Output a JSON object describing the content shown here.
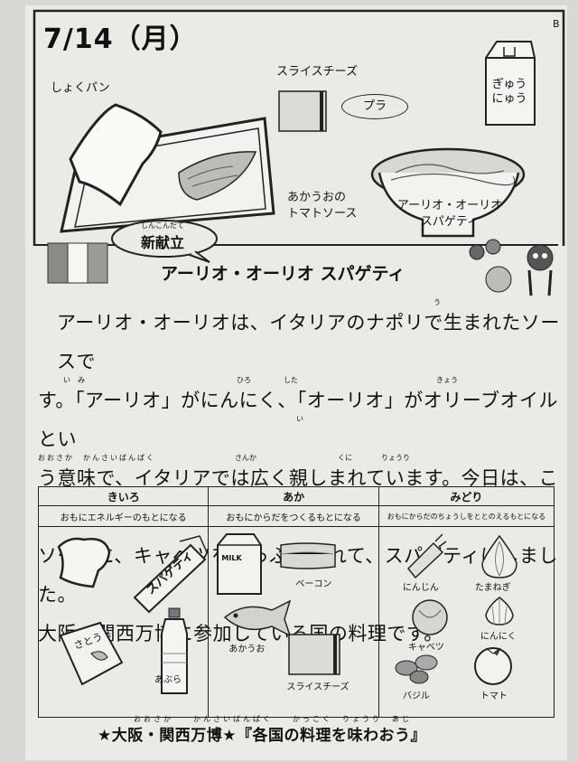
{
  "header": {
    "date": "7/14（月）",
    "corner": "B"
  },
  "menu": {
    "bread": "しょくパン",
    "cheese": "スライスチーズ",
    "pla": "プラ",
    "milk": "ぎゅう\nにゅう",
    "fish_sauce": "あかうおの\nトマトソース",
    "pasta_bowl": "アーリオ・オーリオ\nスパゲティ"
  },
  "new_menu_badge": {
    "ruby": "しんこんだて",
    "label": "新献立"
  },
  "article": {
    "title": "アーリオ・オーリオ スパゲティ",
    "lines": [
      "アーリオ・オーリオは、イタリアのナポリで生まれたソースで",
      "す。「アーリオ」がにんにく、「オーリオ」がオリーブオイルとい",
      "う意味で、イタリアでは広く親しまれています。今日は、この",
      "ソースに、キャベツをたっぷり入れて、スパゲティにしました。",
      "大阪・関西万博に参加している国の料理です。"
    ],
    "ruby": {
      "l1": "う",
      "l2_imi": "い　み",
      "l2_hiro": "ひろ",
      "l2_shita": "した",
      "l2_kyou": "きょう",
      "l3_i": "い",
      "l4_osaka": "おおさか　かんさいばんぱく",
      "l4_sanka": "さんか",
      "l4_kuni": "くに",
      "l4_ryouri": "りょうり"
    }
  },
  "groups": [
    {
      "name": "きいろ",
      "desc": "おもにエネルギーのもとになる",
      "foods": [
        "スパゲティ",
        "あぶら"
      ]
    },
    {
      "name": "あか",
      "desc": "おもにからだをつくるもとになる",
      "foods": [
        "ベーコン",
        "あかうお",
        "スライスチーズ"
      ]
    },
    {
      "name": "みどり",
      "desc": "おもにからだのちょうしをととのえるもとになる",
      "foods": [
        "にんじん",
        "たまねぎ",
        "にんにく",
        "キャベツ",
        "バジル",
        "トマト"
      ]
    }
  ],
  "illustration_text": {
    "sugar": "さとう",
    "milk_carton": "MILK",
    "pasta_pack": "スパゲティ"
  },
  "footer": {
    "ruby": "おおさか　　かんさいばんぱく　　かっこく　りょうり　あじ",
    "text": "★大阪・関西万博★『各国の料理を味わおう』"
  }
}
